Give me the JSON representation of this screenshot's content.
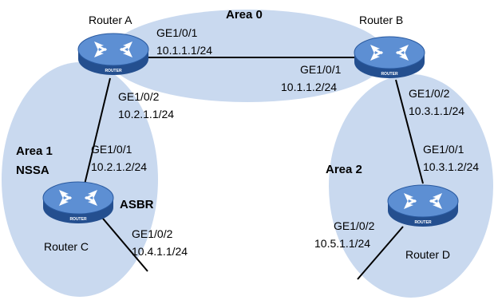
{
  "areas": {
    "area0": "Area 0",
    "area1_line1": "Area 1",
    "area1_line2": "NSSA",
    "area2": "Area 2"
  },
  "routers": {
    "a": {
      "name": "Router A",
      "badge": "ROUTER"
    },
    "b": {
      "name": "Router B",
      "badge": "ROUTER"
    },
    "c": {
      "name": "Router C",
      "badge": "ROUTER",
      "role": "ASBR"
    },
    "d": {
      "name": "Router D",
      "badge": "ROUTER"
    }
  },
  "interfaces": {
    "a_ge1": {
      "port": "GE1/0/1",
      "ip": "10.1.1.1/24"
    },
    "a_ge2": {
      "port": "GE1/0/2",
      "ip": "10.2.1.1/24"
    },
    "b_ge1": {
      "port": "GE1/0/1",
      "ip": "10.1.1.2/24"
    },
    "b_ge2": {
      "port": "GE1/0/2",
      "ip": "10.3.1.1/24"
    },
    "c_ge1": {
      "port": "GE1/0/1",
      "ip": "10.2.1.2/24"
    },
    "c_ge2": {
      "port": "GE1/0/2",
      "ip": "10.4.1.1/24"
    },
    "d_ge1": {
      "port": "GE1/0/1",
      "ip": "10.3.1.2/24"
    },
    "d_ge2": {
      "port": "GE1/0/2",
      "ip": "10.5.1.1/24"
    }
  },
  "colors": {
    "area_fill": "#c9d9ef",
    "router_body": "#2f63ad",
    "router_top": "#5d8fd3",
    "link": "#000000"
  }
}
